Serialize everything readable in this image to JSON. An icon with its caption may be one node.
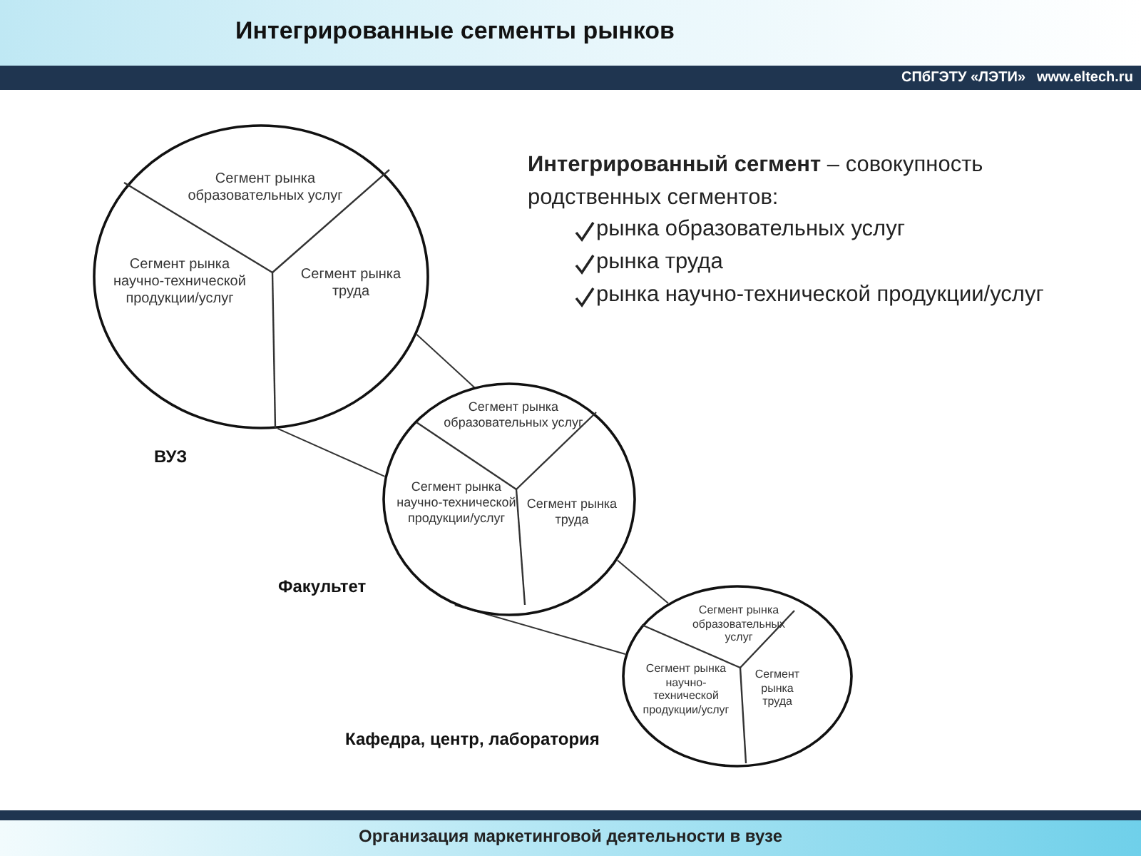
{
  "diagram": {
    "title": "Интегрированные сегменты рынков",
    "caption": "Организация маркетинговой деятельности в вузе",
    "nodes": [
      {
        "text": [],
        "shape": "circle",
        "beside": [
          "ВУЗ"
        ]
      },
      {
        "text": [
          "Сегмент рынка образовательных услуг"
        ],
        "in": 0
      },
      {
        "text": [
          "Сегмент рынка научно-технической продукции/услуг"
        ],
        "in": 0
      },
      {
        "text": [
          "Сегмент рынка труда"
        ],
        "in": 0
      },
      {
        "text": [],
        "shape": "circle",
        "beside": [
          "Факультет"
        ]
      },
      {
        "text": [
          "Сегмент рынка образовательных услуг"
        ],
        "in": 4
      },
      {
        "text": [
          "Сегмент рынка научно-технической продукции/услуг"
        ],
        "in": 4
      },
      {
        "text": [
          "Сегмент рынка труда"
        ],
        "in": 4
      },
      {
        "text": [],
        "shape": "circle",
        "beside": [
          "Кафедра, центр, лаборатория"
        ]
      },
      {
        "text": [
          "Сегмент рынка образовательных услуг"
        ],
        "in": 8
      },
      {
        "text": [
          "Сегмент рынка научно-технической продукции/услуг"
        ],
        "in": 8
      },
      {
        "text": [
          "Сегмент рынка труда"
        ],
        "in": 8
      }
    ],
    "edges": [
      {
        "from": 0,
        "to": 4,
        "arrow": "none"
      },
      {
        "from": 0,
        "to": 4,
        "arrow": "none"
      },
      {
        "from": 4,
        "to": 8,
        "arrow": "none"
      },
      {
        "from": 4,
        "to": 8,
        "arrow": "none"
      }
    ],
    "labels": [
      "**Интегрированный сегмент** – совокупность родственных сегментов:",
      "рынка образовательных услуг",
      "рынка труда",
      "рынка научно-технической продукции/услуг",
      "СПбГЭТУ «ЛЭТИ»",
      "www.eltech.ru"
    ]
  }
}
